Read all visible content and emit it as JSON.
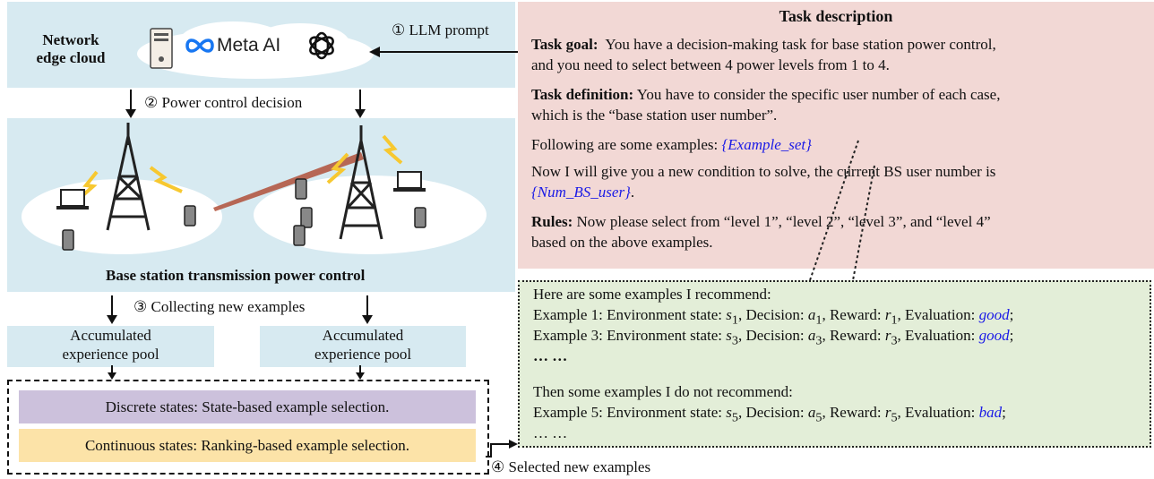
{
  "edge_cloud": {
    "label_line1": "Network",
    "label_line2": "edge cloud",
    "meta_ai_text": "Meta AI"
  },
  "arrows": {
    "llm_prompt": "① LLM prompt",
    "power_decision": "② Power control decision",
    "collecting": "③ Collecting new examples",
    "selected": "④ Selected new examples"
  },
  "base_station": {
    "title": "Base station transmission power control"
  },
  "pools": {
    "left_line1": "Accumulated",
    "left_line2": "experience pool",
    "right_line1": "Accumulated",
    "right_line2": "experience pool"
  },
  "selection": {
    "discrete": "Discrete states: State-based example selection.",
    "continuous": "Continuous states: Ranking-based example selection."
  },
  "task": {
    "title": "Task description",
    "goal_label": "Task goal:",
    "goal_text_1": "You have a decision-making task for base station power control,",
    "goal_text_2": "and you need to select between 4 power levels from 1 to 4.",
    "def_label": "Task definition:",
    "def_text_1": "You have to consider the specific user number of each case,",
    "def_text_2": "which is the “base station user number”.",
    "following": "Following are some examples:",
    "example_set": "{Example_set}",
    "now_text": "Now I will give you a new condition to solve, the current BS user number is",
    "num_bs_user": "{Num_BS_user}",
    "rules_label": "Rules:",
    "rules_text_1": "Now please select from “level 1”, “level 2”, “level 3”, and “level 4”",
    "rules_text_2": "based on the above examples."
  },
  "examples": {
    "recommend_header": "Here are some examples I recommend:",
    "ex1_prefix": "Example 1: Environment state: ",
    "ex1_eval": "good",
    "ex3_prefix": "Example 3: Environment state: ",
    "ex3_eval": "good",
    "dots1": "… …",
    "not_recommend_header": "Then some examples I do not recommend:",
    "ex5_prefix": "Example 5: Environment state: ",
    "ex5_eval": "bad",
    "dots2": "… …"
  },
  "colors": {
    "light_blue": "#d7eaf1",
    "task_pink": "#f2d8d5",
    "example_green": "#e3eed8",
    "discrete_purple": "#ccc1dc",
    "continuous_yellow": "#fce3a8",
    "link_blue": "#1a1ae6"
  }
}
